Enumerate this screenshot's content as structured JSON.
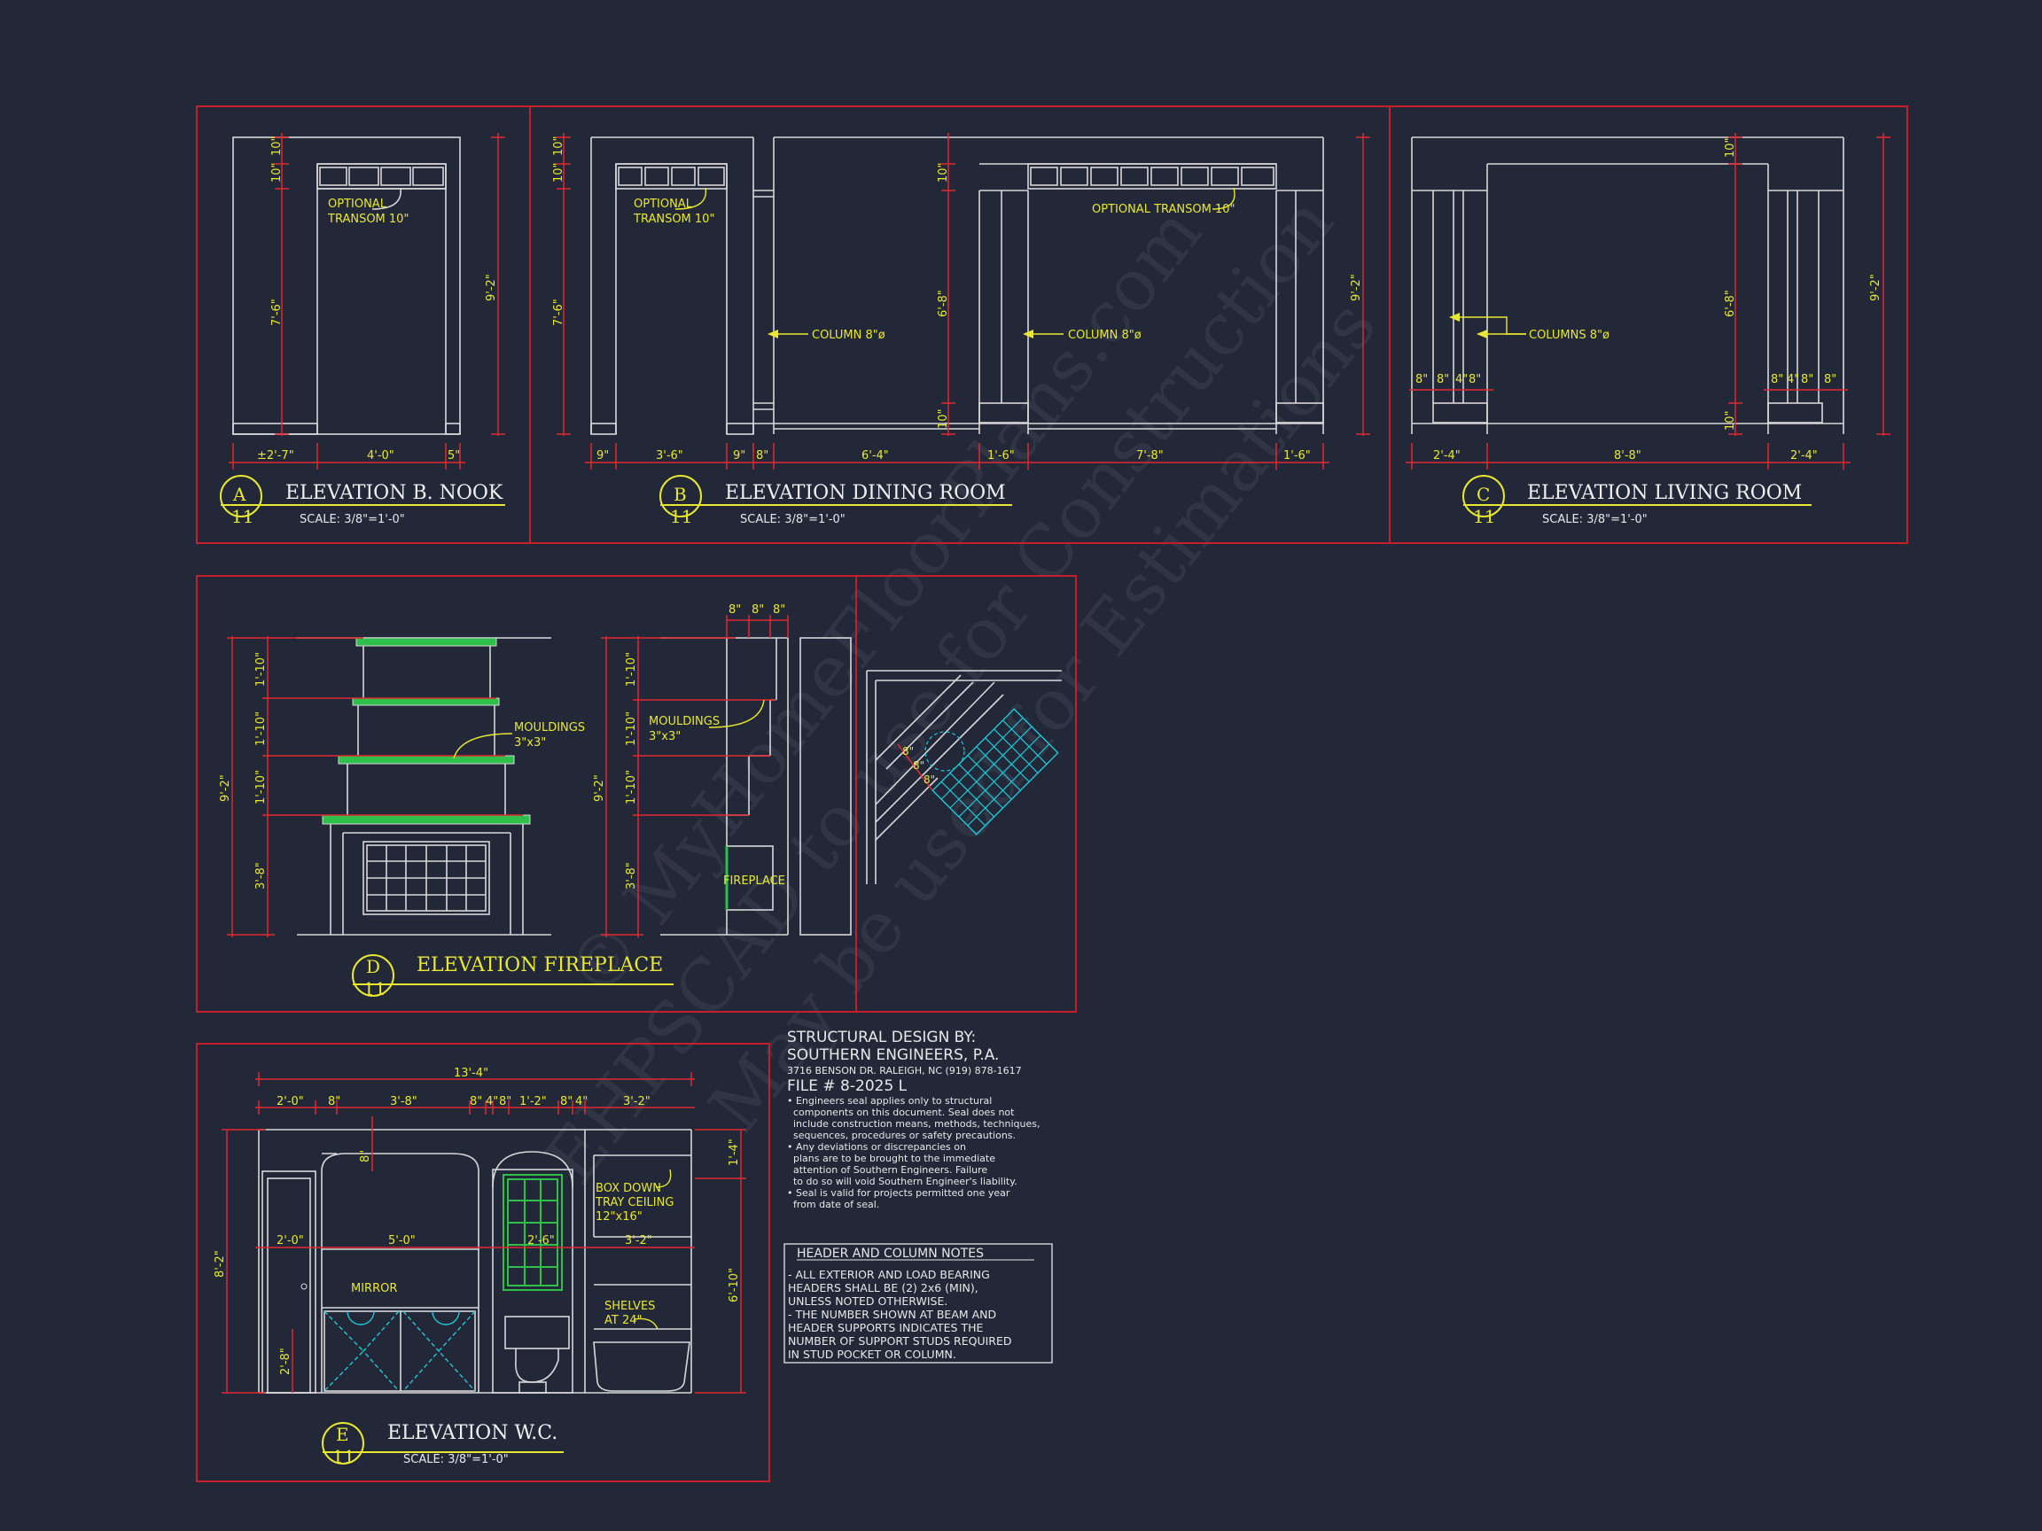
{
  "watermark": {
    "line1": "© MyHomeFloorPlans.com",
    "line2": "EHPSCAD to use for Construction",
    "line3": "May be used for Estimations"
  },
  "nook": {
    "marker_letter": "A",
    "marker_sheet": "11",
    "title": "ELEVATION B. NOOK",
    "scale": "SCALE: 3/8\"=1'-0\"",
    "transom_note_1": "OPTIONAL",
    "transom_note_2": "TRANSOM 10\"",
    "dims": {
      "top1": "10\"",
      "top2": "10\"",
      "open_h": "7'-6\"",
      "total_h": "9'-2\"",
      "w1": "±2'-7\"",
      "w2": "4'-0\"",
      "w3": "5\""
    }
  },
  "dining": {
    "marker_letter": "B",
    "marker_sheet": "11",
    "title": "ELEVATION DINING ROOM",
    "scale": "SCALE: 3/8\"=1'-0\"",
    "transom_note_1": "OPTIONAL",
    "transom_note_2": "TRANSOM 10\"",
    "transom_note_right": "OPTIONAL TRANSOM 10\"",
    "column_note": "COLUMN 8\"ø",
    "dims": {
      "top1": "10\"",
      "top2": "10\"",
      "open_h": "7'-6\"",
      "mid_top": "10\"",
      "mid_h": "6'-8\"",
      "mid_bot": "10\"",
      "total_h": "9'-2\"",
      "w1": "9\"",
      "w2": "3'-6\"",
      "w3": "9\"",
      "w4": "8\"",
      "w5": "6'-4\"",
      "w6": "1'-6\"",
      "w7": "7'-8\"",
      "w8": "1'-6\""
    }
  },
  "living": {
    "marker_letter": "C",
    "marker_sheet": "11",
    "title": "ELEVATION LIVING ROOM",
    "scale": "SCALE: 3/8\"=1'-0\"",
    "column_note": "COLUMNS 8\"ø",
    "dims": {
      "top": "10\"",
      "mid_h": "6'-8\"",
      "bot": "10\"",
      "total_h": "9'-2\"",
      "w1": "2'-4\"",
      "w2": "8'-8\"",
      "w3": "2'-4\"",
      "c1": "8\"",
      "c2": "8\"",
      "c3": "4\"",
      "c4": "8\""
    }
  },
  "fireplace": {
    "marker_letter": "D",
    "marker_sheet": "11",
    "title": "ELEVATION FIREPLACE",
    "moulding_note_1": "MOULDINGS",
    "moulding_note_2": "3\"x3\"",
    "fireplace_label": "FIREPLACE",
    "dims": {
      "d1": "1'-10\"",
      "d2": "1'-10\"",
      "d3": "1'-10\"",
      "d4": "3'-8\"",
      "total": "9'-2\"",
      "top1": "8\"",
      "top2": "8\"",
      "top3": "8\"",
      "plan1": "8\"",
      "plan2": "8\"",
      "plan3": "8\""
    }
  },
  "wc": {
    "marker_letter": "E",
    "marker_sheet": "11",
    "title": "ELEVATION W.C.",
    "scale": "SCALE: 3/8\"=1'-0\"",
    "mirror": "MIRROR",
    "box_note_1": "BOX DOWN",
    "box_note_2": "TRAY CEILING",
    "box_note_3": "12\"x16\"",
    "shelves_1": "SHELVES",
    "shelves_2": "AT 24\"",
    "dims": {
      "overall": "13'-4\"",
      "a": "2'-0\"",
      "b": "8\"",
      "c": "3'-8\"",
      "d": "8\"",
      "e": "4\"",
      "f": "8\"",
      "g": "1'-2\"",
      "h": "8\"",
      "i": "4\"",
      "j": "3'-2\"",
      "k": "2'-0\"",
      "l": "5'-0\"",
      "m": "2'-6\"",
      "n": "3'-2\"",
      "o": "8\"",
      "p": "8'-2\"",
      "q": "2'-8\"",
      "r": "1'-4\"",
      "s": "6'-10\""
    }
  },
  "engineer": {
    "line1": "STRUCTURAL DESIGN BY:",
    "line2": "SOUTHERN ENGINEERS, P.A.",
    "line3": "3716 BENSON DR. RALEIGH, NC (919) 878-1617",
    "line4": "FILE # 8-2025 L",
    "notes": [
      "• Engineers seal applies only to structural",
      "  components on this document. Seal does not",
      "  include construction means, methods, techniques,",
      "  sequences, procedures or safety precautions.",
      "• Any deviations or discrepancies on",
      "  plans are to be brought to the immediate",
      "  attention of Southern Engineers. Failure",
      "  to do so will void Southern Engineer's liability.",
      "• Seal is valid for projects permitted one year",
      "  from date of seal."
    ]
  },
  "header_notes": {
    "title": "HEADER AND COLUMN NOTES",
    "lines": [
      "- ALL EXTERIOR AND LOAD BEARING",
      "HEADERS SHALL BE (2) 2x6 (MIN),",
      "UNLESS NOTED OTHERWISE.",
      "- THE NUMBER SHOWN AT BEAM AND",
      "HEADER SUPPORTS INDICATES THE",
      "NUMBER OF SUPPORT STUDS REQUIRED",
      "IN STUD POCKET OR COLUMN."
    ]
  },
  "colors": {
    "background": "#232838",
    "frame": "#c4202c",
    "line": "#e8e8e8",
    "dim": "#e02830",
    "text_yellow": "#e8e830",
    "green": "#2ec04a",
    "cyan": "#1fc8d8",
    "watermark": "#3a4050"
  }
}
